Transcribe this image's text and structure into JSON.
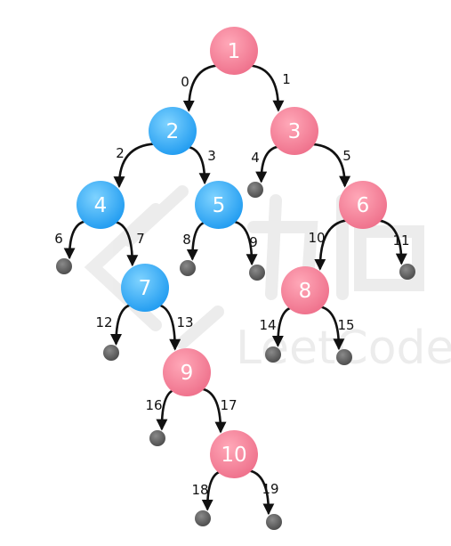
{
  "watermark": {
    "text": "LeetCode"
  },
  "colors": {
    "blue_light": "#7fd3ff",
    "blue_dark": "#1e9af0",
    "pink_light": "#ffa8b8",
    "pink_dark": "#ee6f8a",
    "null_node": "#555555",
    "edge": "#111111"
  },
  "nodes": [
    {
      "id": "1",
      "label": "1",
      "color": "pink"
    },
    {
      "id": "2",
      "label": "2",
      "color": "blue"
    },
    {
      "id": "3",
      "label": "3",
      "color": "pink"
    },
    {
      "id": "4",
      "label": "4",
      "color": "blue"
    },
    {
      "id": "5",
      "label": "5",
      "color": "blue"
    },
    {
      "id": "6",
      "label": "6",
      "color": "pink"
    },
    {
      "id": "7",
      "label": "7",
      "color": "blue"
    },
    {
      "id": "8",
      "label": "8",
      "color": "pink"
    },
    {
      "id": "9",
      "label": "9",
      "color": "pink"
    },
    {
      "id": "10",
      "label": "10",
      "color": "pink"
    }
  ],
  "null_nodes": [
    "n3",
    "n6",
    "n8",
    "n9",
    "n11",
    "n12",
    "n14",
    "n15",
    "n16",
    "n18",
    "n19"
  ],
  "edges": [
    {
      "from": "1",
      "to": "2",
      "label": "0"
    },
    {
      "from": "1",
      "to": "3",
      "label": "1"
    },
    {
      "from": "2",
      "to": "4",
      "label": "2"
    },
    {
      "from": "2",
      "to": "5",
      "label": "3"
    },
    {
      "from": "3",
      "to": "n3",
      "label": "4"
    },
    {
      "from": "3",
      "to": "6",
      "label": "5"
    },
    {
      "from": "4",
      "to": "n6",
      "label": "6"
    },
    {
      "from": "4",
      "to": "7",
      "label": "7"
    },
    {
      "from": "5",
      "to": "n8",
      "label": "8"
    },
    {
      "from": "5",
      "to": "n9",
      "label": "9"
    },
    {
      "from": "6",
      "to": "8",
      "label": "10"
    },
    {
      "from": "6",
      "to": "n11",
      "label": "11"
    },
    {
      "from": "7",
      "to": "n12",
      "label": "12"
    },
    {
      "from": "7",
      "to": "9",
      "label": "13"
    },
    {
      "from": "8",
      "to": "n14",
      "label": "14"
    },
    {
      "from": "8",
      "to": "n15",
      "label": "15"
    },
    {
      "from": "9",
      "to": "n16",
      "label": "16"
    },
    {
      "from": "9",
      "to": "10",
      "label": "17"
    },
    {
      "from": "10",
      "to": "n18",
      "label": "18"
    },
    {
      "from": "10",
      "to": "n19",
      "label": "19"
    }
  ]
}
